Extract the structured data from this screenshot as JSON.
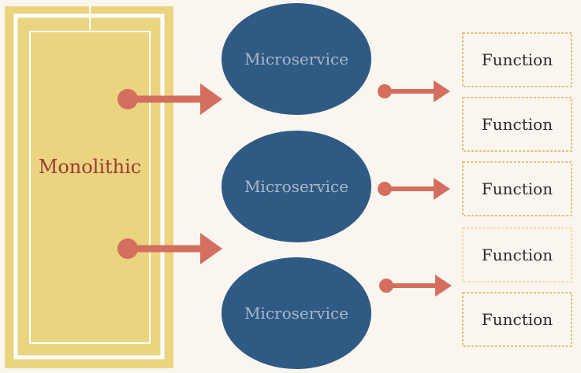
{
  "monolith": {
    "label": "Monolithic"
  },
  "microservices": [
    {
      "label": "Microservice"
    },
    {
      "label": "Microservice"
    },
    {
      "label": "Microservice"
    }
  ],
  "functions": [
    {
      "label": "Function"
    },
    {
      "label": "Function"
    },
    {
      "label": "Function"
    },
    {
      "label": "Function"
    },
    {
      "label": "Function"
    }
  ],
  "colors": {
    "background": "#faf6ef",
    "monolith_fill": "#ead47f",
    "monolith_frame": "#ffffff",
    "monolith_text": "#9b3b34",
    "microservice_fill": "#2f5a84",
    "microservice_text": "#a9b8c8",
    "arrow": "#d46e5f",
    "function_border": "#e6c27a",
    "function_text": "#2b2b2b"
  }
}
